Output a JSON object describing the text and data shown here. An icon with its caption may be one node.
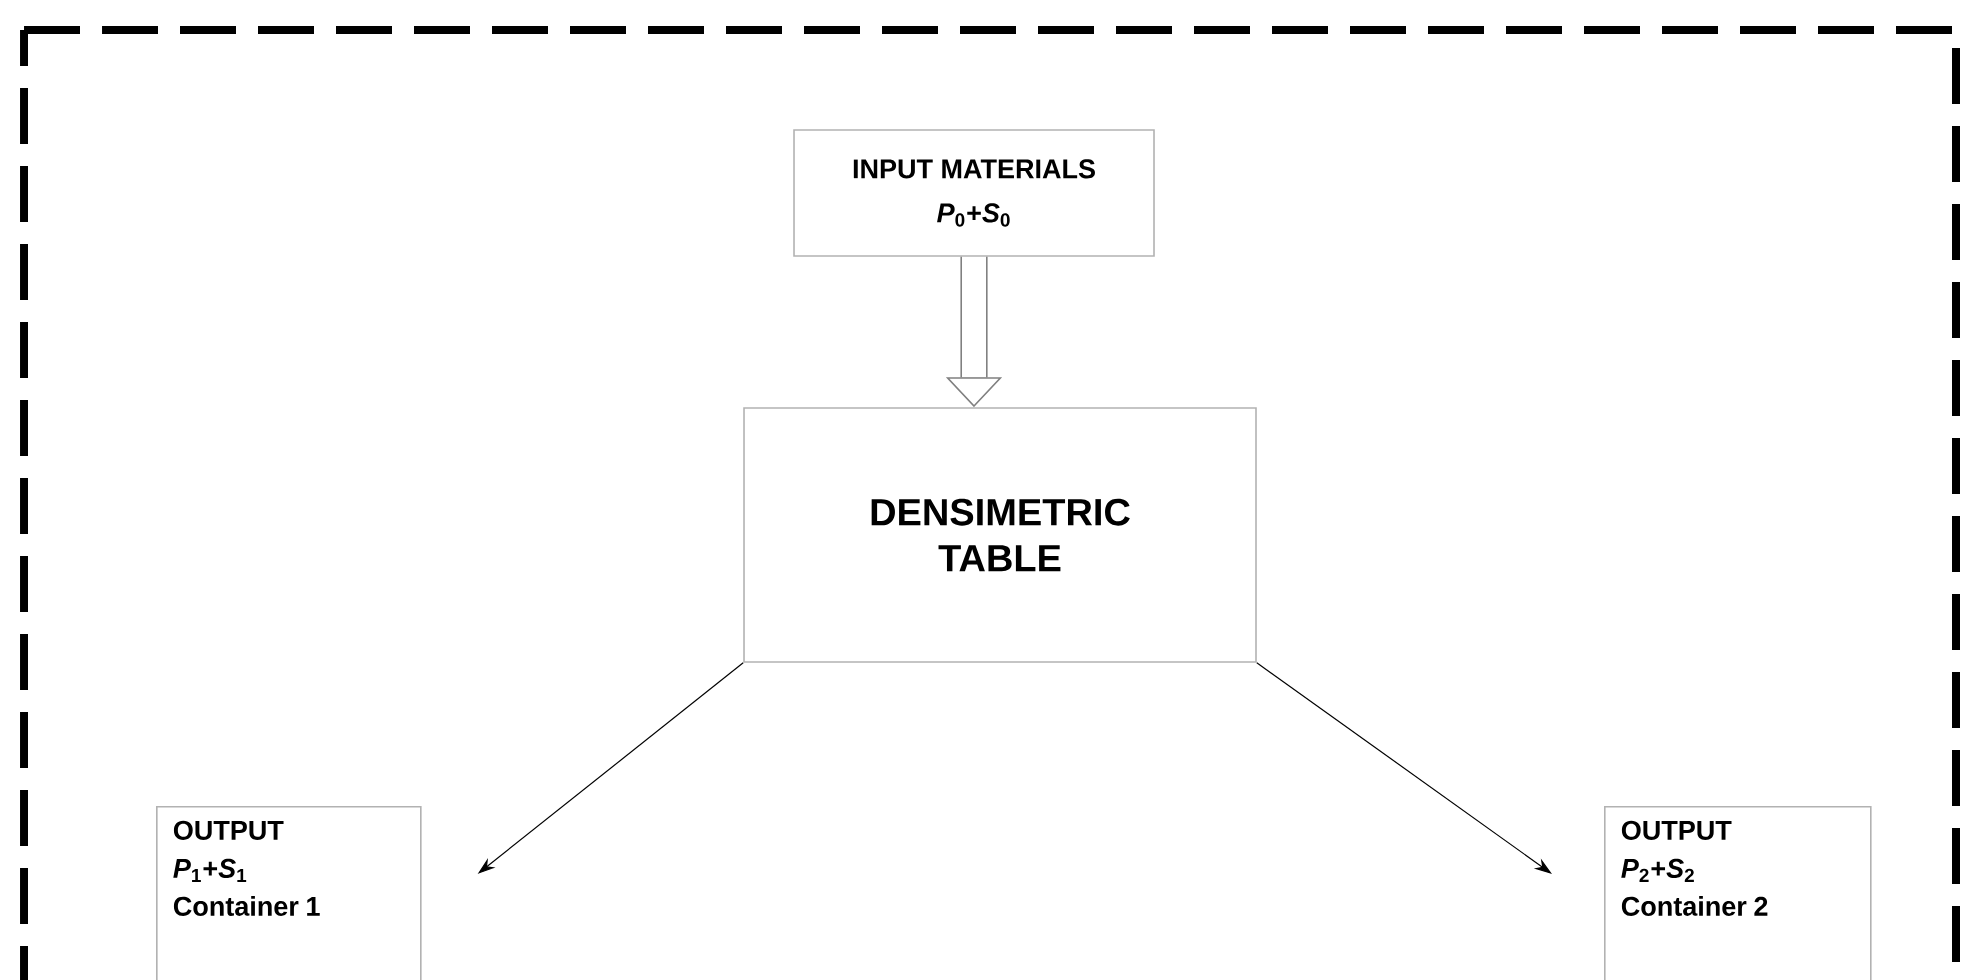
{
  "diagram": {
    "nodes": [
      {
        "text": [
          "INPUT MATERIALS",
          "*P*$_{0}$+*S*$_{0}$"
        ]
      },
      {
        "text": [
          "DENSIMETRIC TABLE"
        ]
      },
      {
        "text": [
          "OUTPUT",
          "*P*$_{1}$+*S*$_{1}$",
          "Container 1"
        ]
      },
      {
        "text": [
          "OUTPUT",
          "*P*$_{2}$+*S*$_{2}$",
          "Container 2"
        ]
      }
    ],
    "edges": [
      {
        "from": 0,
        "to": 1,
        "arrow": "to",
        "style": "thick",
        "color": "#808080"
      },
      {
        "from": 1,
        "to": 2,
        "arrow": "to"
      },
      {
        "from": 1,
        "to": 3,
        "arrow": "to"
      }
    ]
  }
}
